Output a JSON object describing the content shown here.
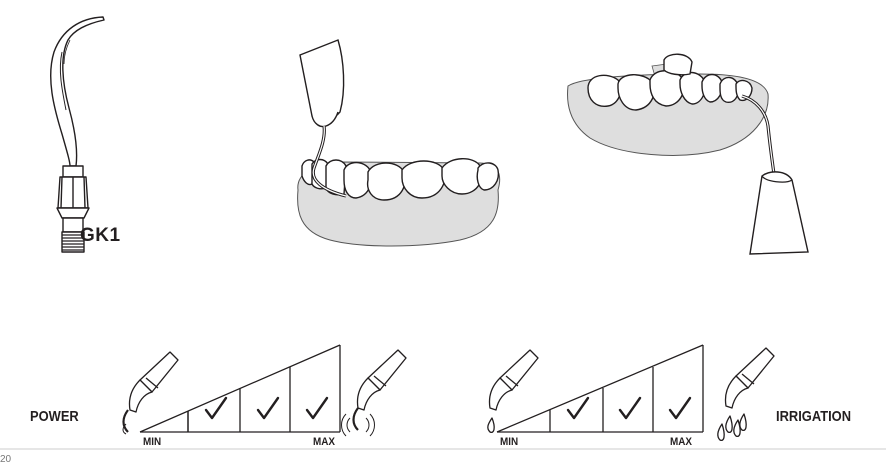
{
  "tip": {
    "name": "GK1"
  },
  "power": {
    "label": "POWER",
    "min_label": "MIN",
    "max_label": "MAX",
    "levels": [
      true,
      true,
      true
    ]
  },
  "irrigation": {
    "label": "IRRIGATION",
    "min_label": "MIN",
    "max_label": "MAX",
    "levels": [
      true,
      true,
      true
    ]
  },
  "page": {
    "number": "20"
  },
  "colors": {
    "ink": "#231f20",
    "gum": "#dedede",
    "line": "#555555"
  }
}
